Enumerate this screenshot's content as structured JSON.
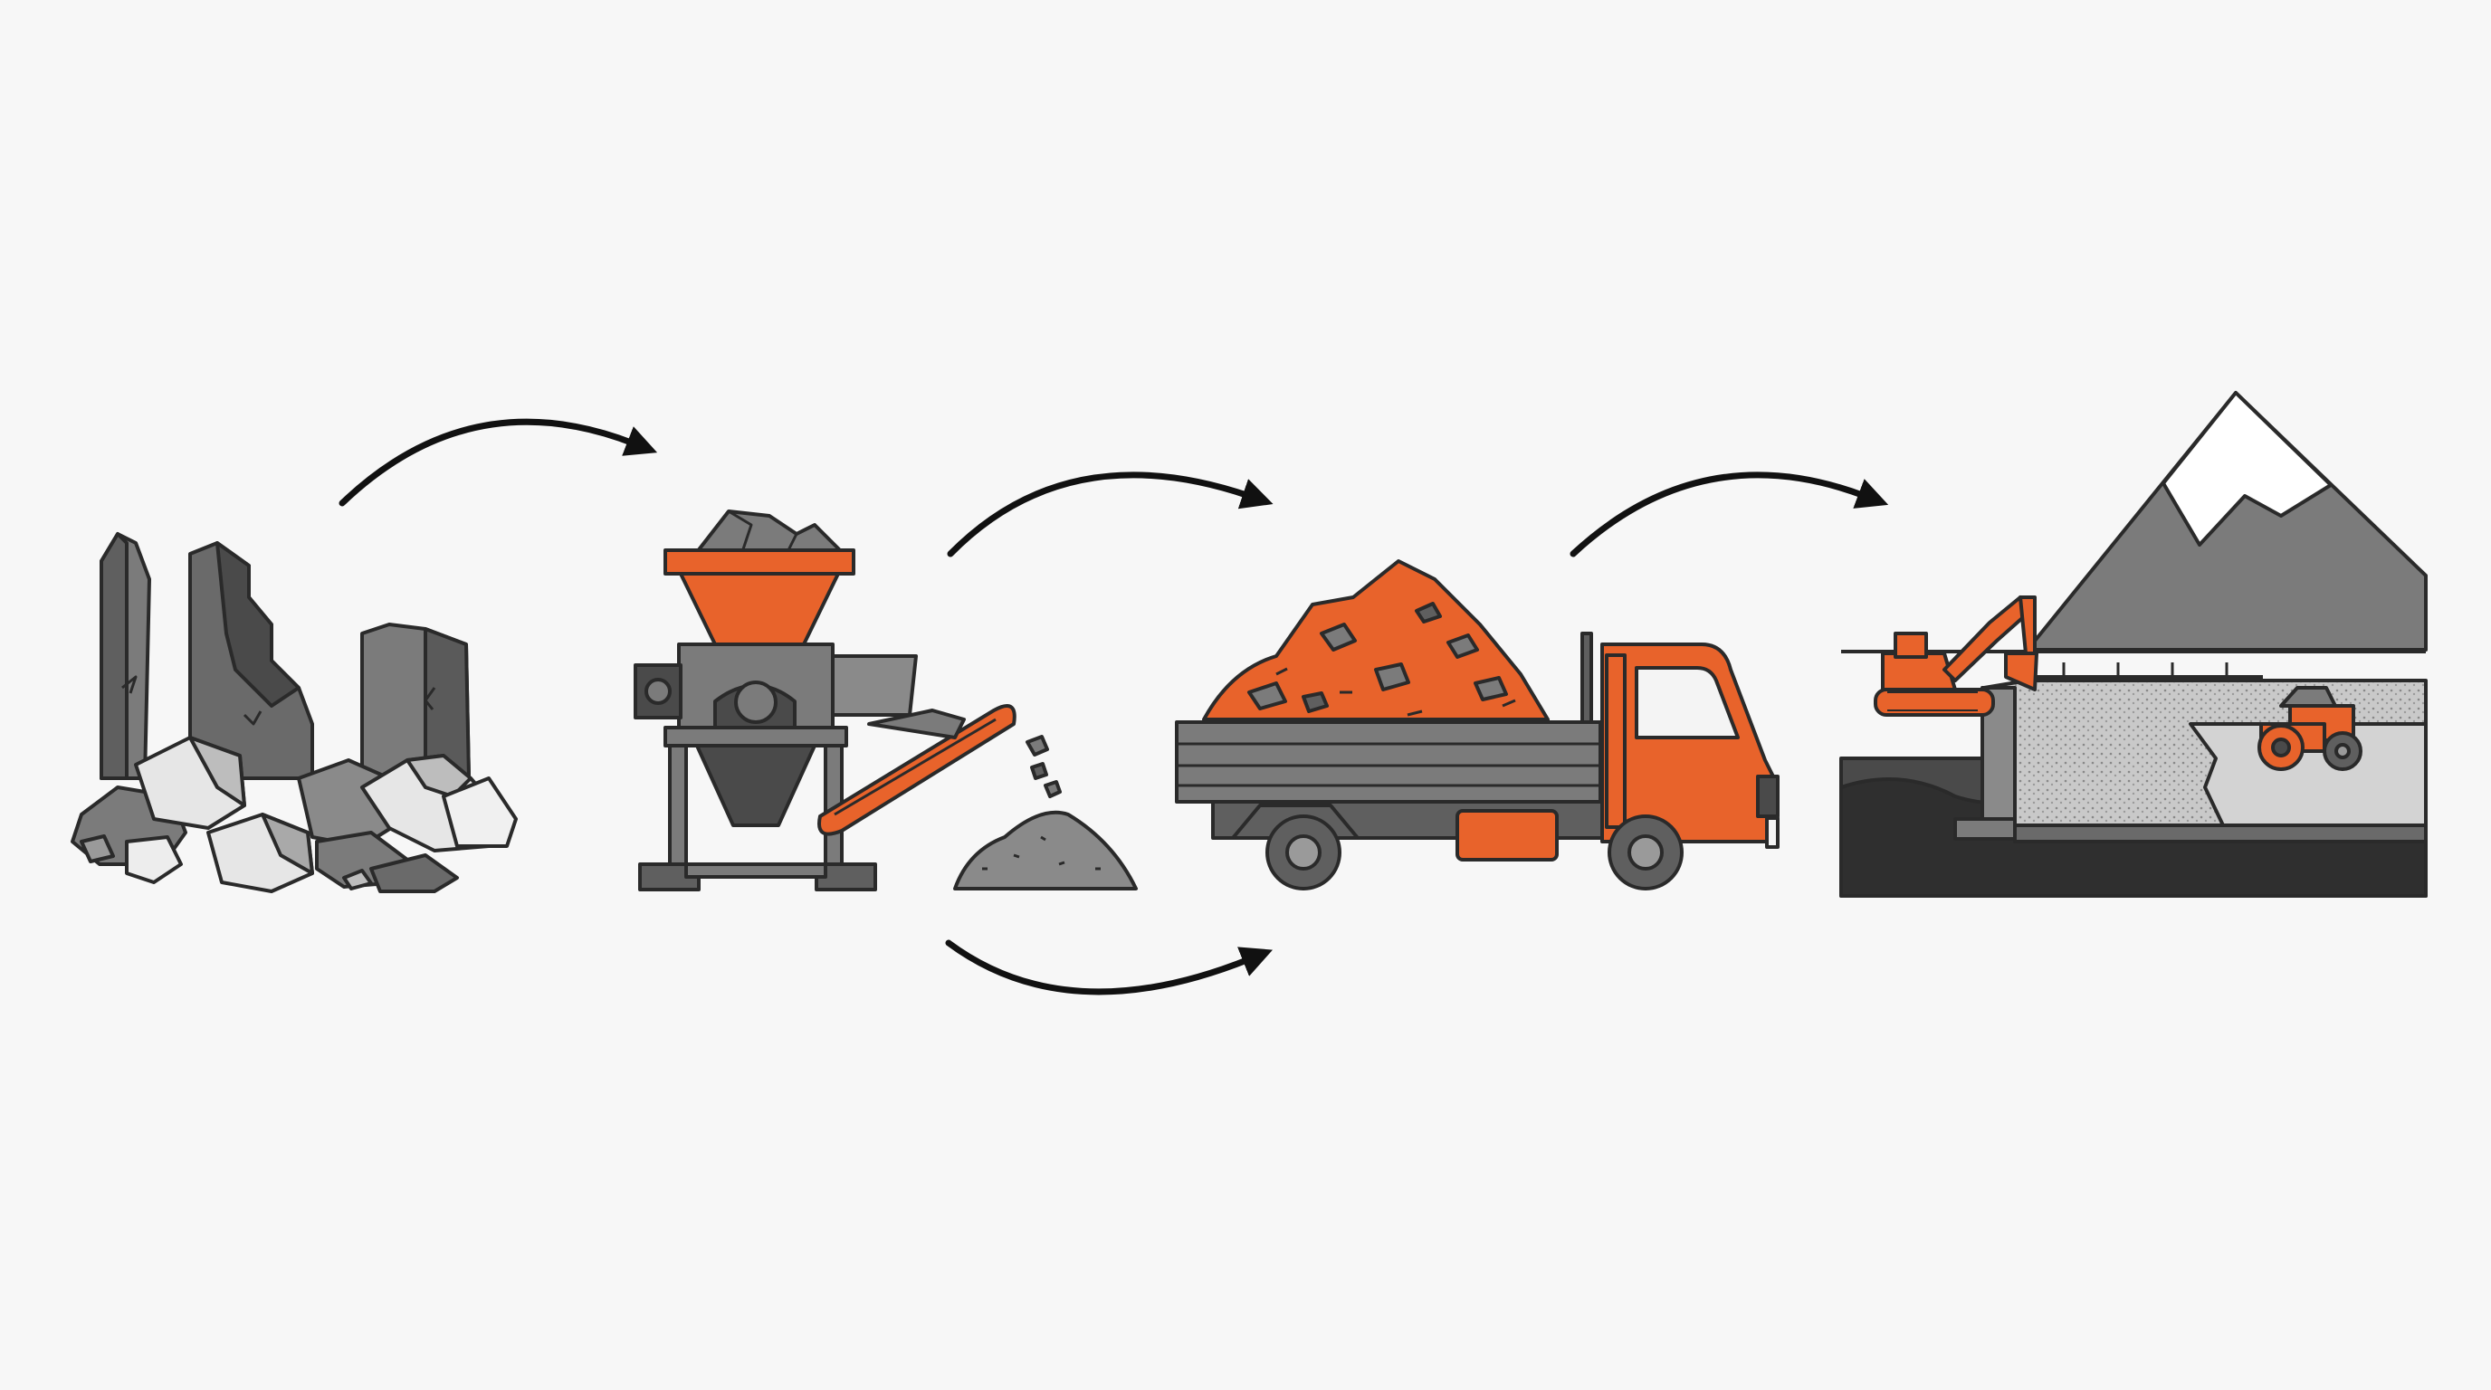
{
  "diagram": {
    "stages": [
      {
        "id": "demolition",
        "icon": "rubble-icon"
      },
      {
        "id": "crushing",
        "icon": "crusher-machine-icon"
      },
      {
        "id": "transport",
        "icon": "dump-truck-icon"
      },
      {
        "id": "construction",
        "icon": "construction-site-icon"
      }
    ],
    "flows": [
      {
        "from": "demolition",
        "to": "crushing"
      },
      {
        "from": "crushing",
        "to": "transport"
      },
      {
        "from": "crushing",
        "to": "transport"
      },
      {
        "from": "transport",
        "to": "construction"
      }
    ]
  },
  "colors": {
    "accent_orange": "#e8632b",
    "stone_gray": "#7b7b7b",
    "dark_gray": "#4a4a4a",
    "light_gray": "#c8c8c8",
    "outline": "#2a2a2a",
    "background": "#f7f7f7"
  }
}
